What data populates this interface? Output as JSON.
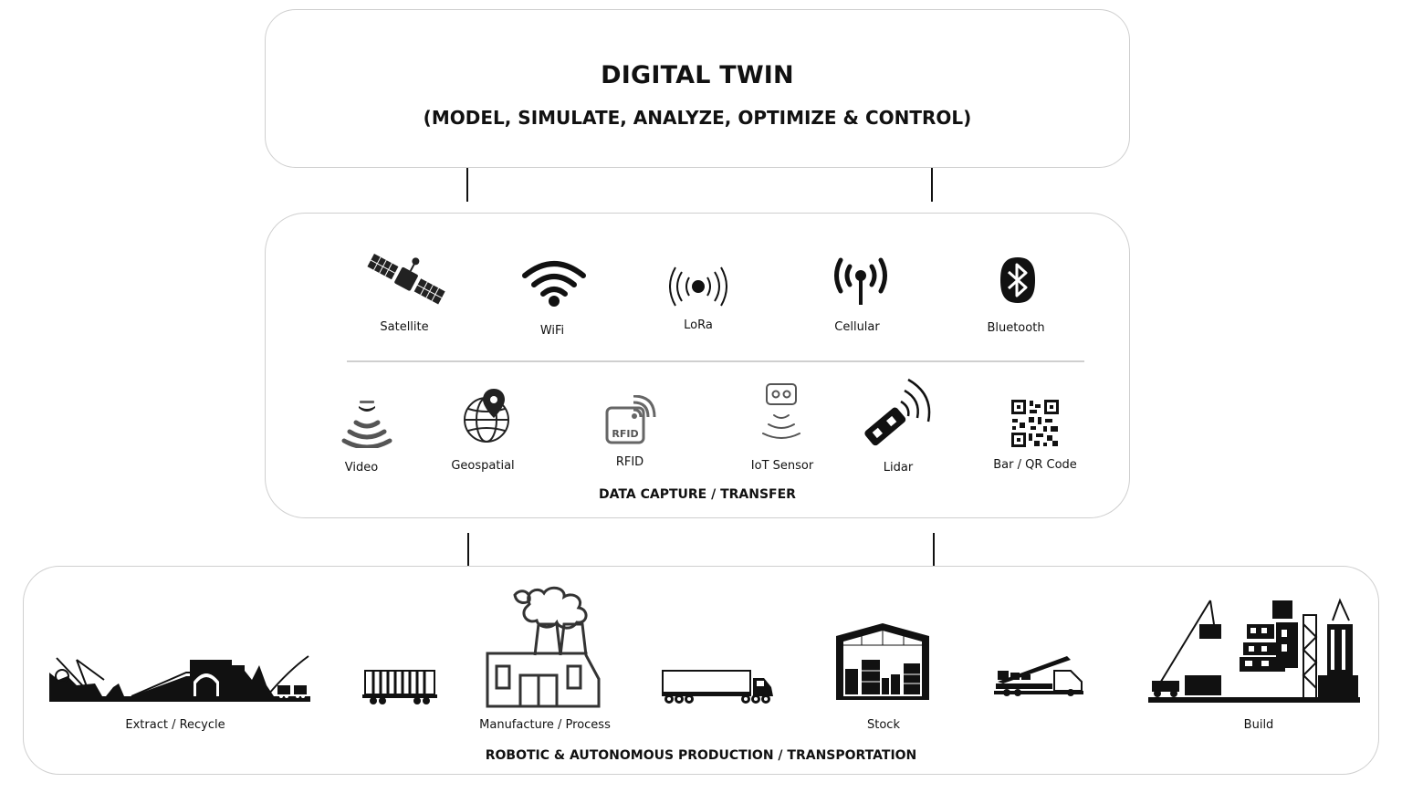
{
  "digital_twin": {
    "title": "DIGITAL TWIN",
    "subtitle": "(MODEL, SIMULATE, ANALYZE, OPTIMIZE & CONTROL)"
  },
  "data_capture": {
    "caption": "DATA CAPTURE / TRANSFER",
    "transfer": [
      {
        "label": "Satellite",
        "icon": "satellite-icon"
      },
      {
        "label": "WiFi",
        "icon": "wifi-icon"
      },
      {
        "label": "LoRa",
        "icon": "lora-icon"
      },
      {
        "label": "Cellular",
        "icon": "cellular-antenna-icon"
      },
      {
        "label": "Bluetooth",
        "icon": "bluetooth-icon"
      }
    ],
    "capture": [
      {
        "label": "Video",
        "icon": "video-camera-icon"
      },
      {
        "label": "Geospatial",
        "icon": "globe-pin-icon"
      },
      {
        "label": "RFID",
        "icon": "rfid-icon"
      },
      {
        "label": "IoT Sensor",
        "icon": "iot-sensor-icon"
      },
      {
        "label": "Lidar",
        "icon": "lidar-icon"
      },
      {
        "label": "Bar / QR Code",
        "icon": "qr-code-icon"
      }
    ]
  },
  "production": {
    "caption": "ROBOTIC & AUTONOMOUS PRODUCTION / TRANSPORTATION",
    "stages": [
      {
        "label": "Extract / Recycle",
        "icon": "mining-excavator-icon"
      },
      {
        "label": "",
        "icon": "rail-wagon-icon"
      },
      {
        "label": "Manufacture / Process",
        "icon": "factory-icon"
      },
      {
        "label": "",
        "icon": "truck-trailer-icon"
      },
      {
        "label": "Stock",
        "icon": "warehouse-icon"
      },
      {
        "label": "",
        "icon": "delivery-truck-crane-icon"
      },
      {
        "label": "Build",
        "icon": "construction-site-icon"
      }
    ]
  }
}
